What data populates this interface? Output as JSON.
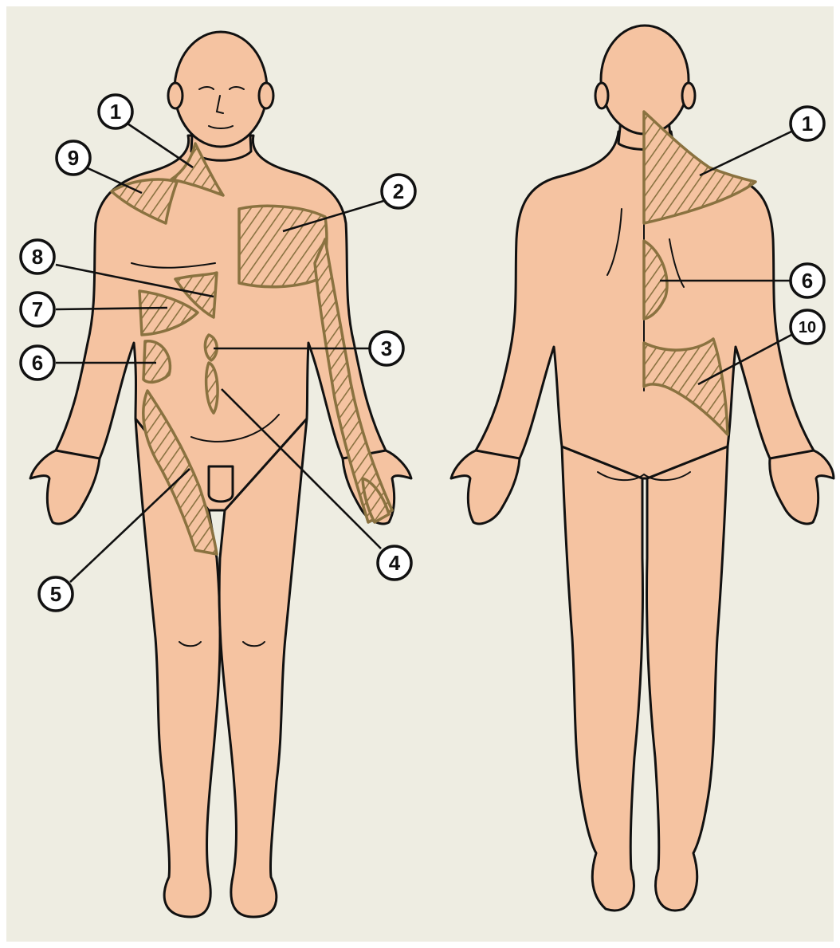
{
  "colors": {
    "background": "#eeede2",
    "skin": "#f5c3a1",
    "zone_line": "#8a7240",
    "outline": "#111111"
  },
  "front_view": {
    "callouts": [
      {
        "id": "front-1",
        "label": "1"
      },
      {
        "id": "front-2",
        "label": "2"
      },
      {
        "id": "front-3",
        "label": "3"
      },
      {
        "id": "front-4",
        "label": "4"
      },
      {
        "id": "front-5",
        "label": "5"
      },
      {
        "id": "front-6",
        "label": "6"
      },
      {
        "id": "front-7",
        "label": "7"
      },
      {
        "id": "front-8",
        "label": "8"
      },
      {
        "id": "front-9",
        "label": "9"
      }
    ]
  },
  "back_view": {
    "callouts": [
      {
        "id": "back-1",
        "label": "1"
      },
      {
        "id": "back-6",
        "label": "6"
      },
      {
        "id": "back-10",
        "label": "10"
      }
    ]
  }
}
